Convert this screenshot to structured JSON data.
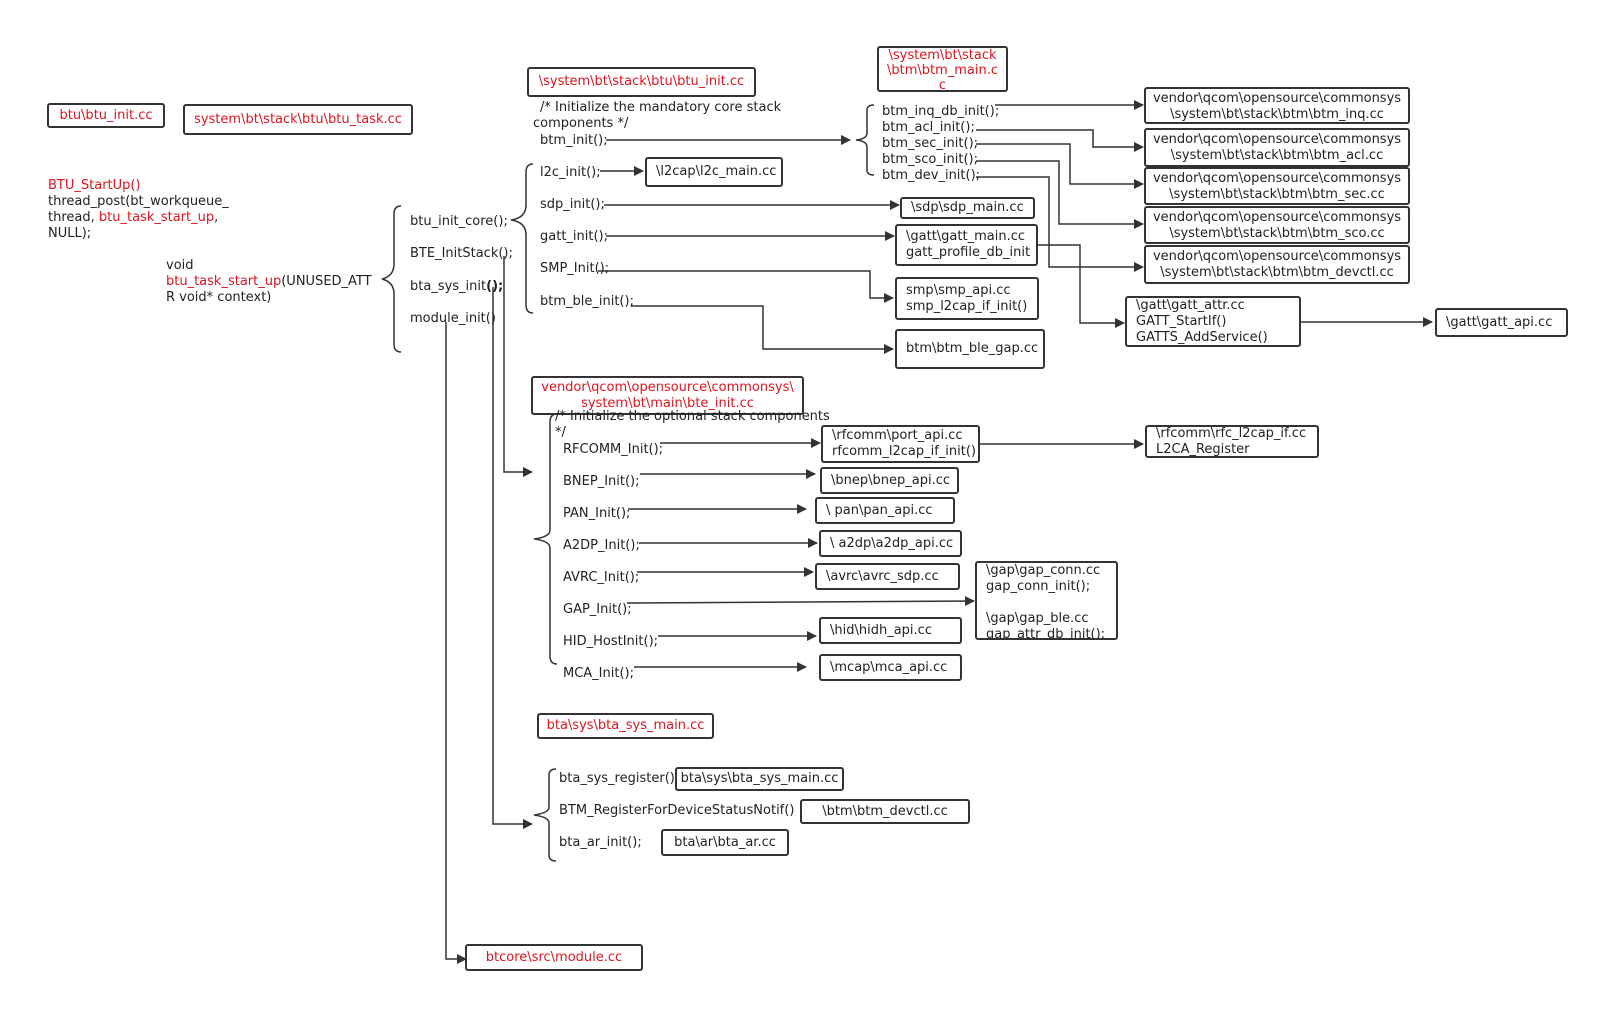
{
  "colors": {
    "highlight": "#e0141e",
    "text": "#222222",
    "stroke": "#333333"
  },
  "left": {
    "file_btu_init": "btu\\btu_init.cc",
    "file_btu_task": "system\\bt\\stack\\btu\\btu_task.cc",
    "startup_fn": "BTU_StartUp()",
    "startup_line2": "thread_post(bt_workqueue_",
    "startup_line3_a": "thread, ",
    "startup_line3_b": "btu_task_start_up",
    "startup_line3_c": ",",
    "startup_line4": "NULL);",
    "task_line1": "void",
    "task_line2_a": "btu_task_start_up",
    "task_line2_b": "(UNUSED_ATT",
    "task_line3": "R void* context)"
  },
  "calls": {
    "btu_init_core": "btu_init_core();",
    "bte_init_stack": "BTE_InitStack();",
    "bta_sys_init_a": "bta_sys_init",
    "bta_sys_init_b": "();",
    "module_init": "module_init()"
  },
  "core": {
    "file": "\\system\\bt\\stack\\btu\\btu_init.cc",
    "comment_1": "/* Initialize the mandatory core stack",
    "comment_2": "components */",
    "items": [
      "btm_init();",
      "l2c_init();",
      "sdp_init();",
      "gatt_init();",
      "SMP_Init();",
      "btm_ble_init();"
    ],
    "l2c_file": "\\l2cap\\l2c_main.cc",
    "sdp_file": "\\sdp\\sdp_main.cc",
    "gatt_file_1": "\\gatt\\gatt_main.cc",
    "gatt_file_2": "gatt_profile_db_init",
    "smp_file_1": "smp\\smp_api.cc",
    "smp_file_2": "smp_l2cap_if_init()",
    "ble_file": "btm\\btm_ble_gap.cc"
  },
  "btm": {
    "file_1": "\\system\\bt\\stack",
    "file_2": "\\btm\\btm_main.c",
    "file_3": "c",
    "items": [
      "btm_inq_db_init();",
      "btm_acl_init();",
      "btm_sec_init();",
      "btm_sco_init();",
      "btm_dev_init();"
    ],
    "vendor_prefix": "vendor\\qcom\\opensource\\commonsys",
    "vendor_files": [
      "\\system\\bt\\stack\\btm\\btm_inq.cc",
      "\\system\\bt\\stack\\btm\\btm_acl.cc",
      "\\system\\bt\\stack\\btm\\btm_sec.cc",
      "\\system\\bt\\stack\\btm\\btm_sco.cc",
      "\\system\\bt\\stack\\btm\\btm_devctl.cc"
    ],
    "gatt_attr_1": "\\gatt\\gatt_attr.cc",
    "gatt_attr_2": "GATT_StartIf()",
    "gatt_attr_3": "GATTS_AddService()",
    "gatt_api": "\\gatt\\gatt_api.cc"
  },
  "bte": {
    "file_1": "vendor\\qcom\\opensource\\commonsys\\",
    "file_2": "system\\bt\\main\\bte_init.cc",
    "comment_1": "/* Initialize the optional stack components",
    "comment_2": "*/",
    "items": [
      "RFCOMM_Init();",
      "BNEP_Init();",
      "PAN_Init();",
      "A2DP_Init();",
      "AVRC_Init();",
      "GAP_Init();",
      "HID_HostInit();",
      "MCA_Init();"
    ],
    "rfcomm_file_1": "\\rfcomm\\port_api.cc",
    "rfcomm_file_2": "rfcomm_l2cap_if_init()",
    "rfc_l2cap_1": "\\rfcomm\\rfc_l2cap_if.cc",
    "rfc_l2cap_2": "L2CA_Register",
    "bnep_file": "\\bnep\\bnep_api.cc",
    "pan_file": "\\ pan\\pan_api.cc",
    "a2dp_file": "\\ a2dp\\a2dp_api.cc",
    "avrc_file": "\\avrc\\avrc_sdp.cc",
    "gap_1": "\\gap\\gap_conn.cc",
    "gap_2": "gap_conn_init();",
    "gap_3": "",
    "gap_4": "\\gap\\gap_ble.cc",
    "gap_5": "gap_attr_db_init();",
    "hid_file": "\\hid\\hidh_api.cc",
    "mca_file": "\\mcap\\mca_api.cc"
  },
  "bta": {
    "file": "bta\\sys\\bta_sys_main.cc",
    "items": [
      "bta_sys_register()",
      "BTM_RegisterForDeviceStatusNotif()",
      "bta_ar_init();"
    ],
    "register_file": "bta\\sys\\bta_sys_main.cc",
    "devctl_file": "\\btm\\btm_devctl.cc",
    "ar_file": "bta\\ar\\bta_ar.cc"
  },
  "module": {
    "file": "btcore\\src\\module.cc"
  }
}
